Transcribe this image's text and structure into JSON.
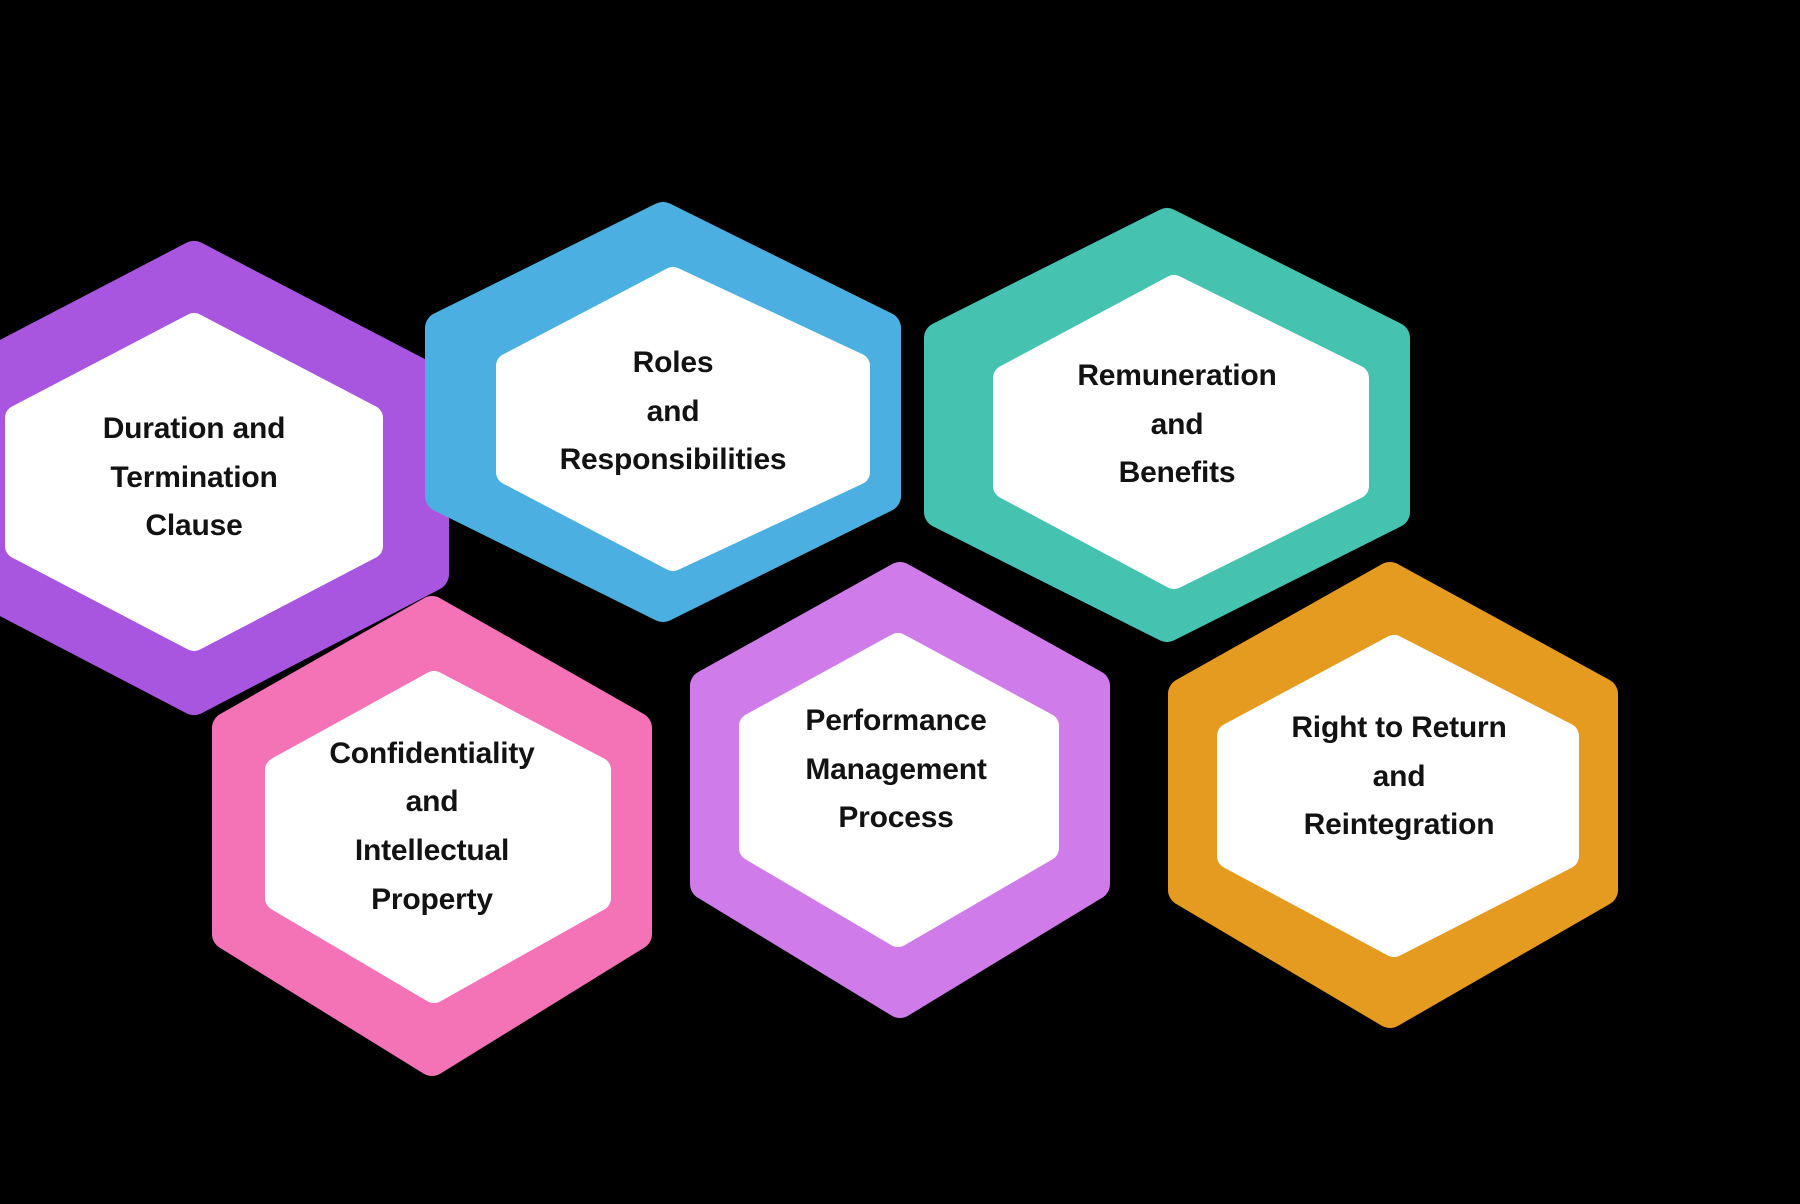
{
  "diagram": {
    "type": "hexagon-cluster",
    "background_color": "#000000",
    "inner_fill_color": "#FFFFFF",
    "label_color": "#121212",
    "nodes": [
      {
        "id": "duration-and-termination-clause",
        "lines": [
          "Duration and",
          "Termination",
          "Clause"
        ],
        "color": "#A855E0",
        "font_size": 30,
        "row": "top",
        "column": 1
      },
      {
        "id": "roles-and-responsibilities",
        "lines": [
          "Roles",
          "and",
          "Responsibilities"
        ],
        "color": "#4CAFE2",
        "font_size": 30,
        "row": "top",
        "column": 2
      },
      {
        "id": "remuneration-and-benefits",
        "lines": [
          "Remuneration",
          "and",
          "Benefits"
        ],
        "color": "#45C3B0",
        "font_size": 30,
        "row": "top",
        "column": 3
      },
      {
        "id": "confidentiality-and-intellectual-property",
        "lines": [
          "Confidentiality",
          "and",
          "Intellectual",
          "Property"
        ],
        "color": "#F472B6",
        "font_size": 30,
        "row": "bottom",
        "column": 1
      },
      {
        "id": "performance-management-process",
        "lines": [
          "Performance",
          "Management",
          "Process"
        ],
        "color": "#D07BEA",
        "font_size": 30,
        "row": "bottom",
        "column": 2
      },
      {
        "id": "right-to-return-and-reintegration",
        "lines": [
          "Right to Return",
          "and",
          "Reintegration"
        ],
        "color": "#E59A20",
        "font_size": 30,
        "row": "bottom",
        "column": 3
      }
    ]
  }
}
